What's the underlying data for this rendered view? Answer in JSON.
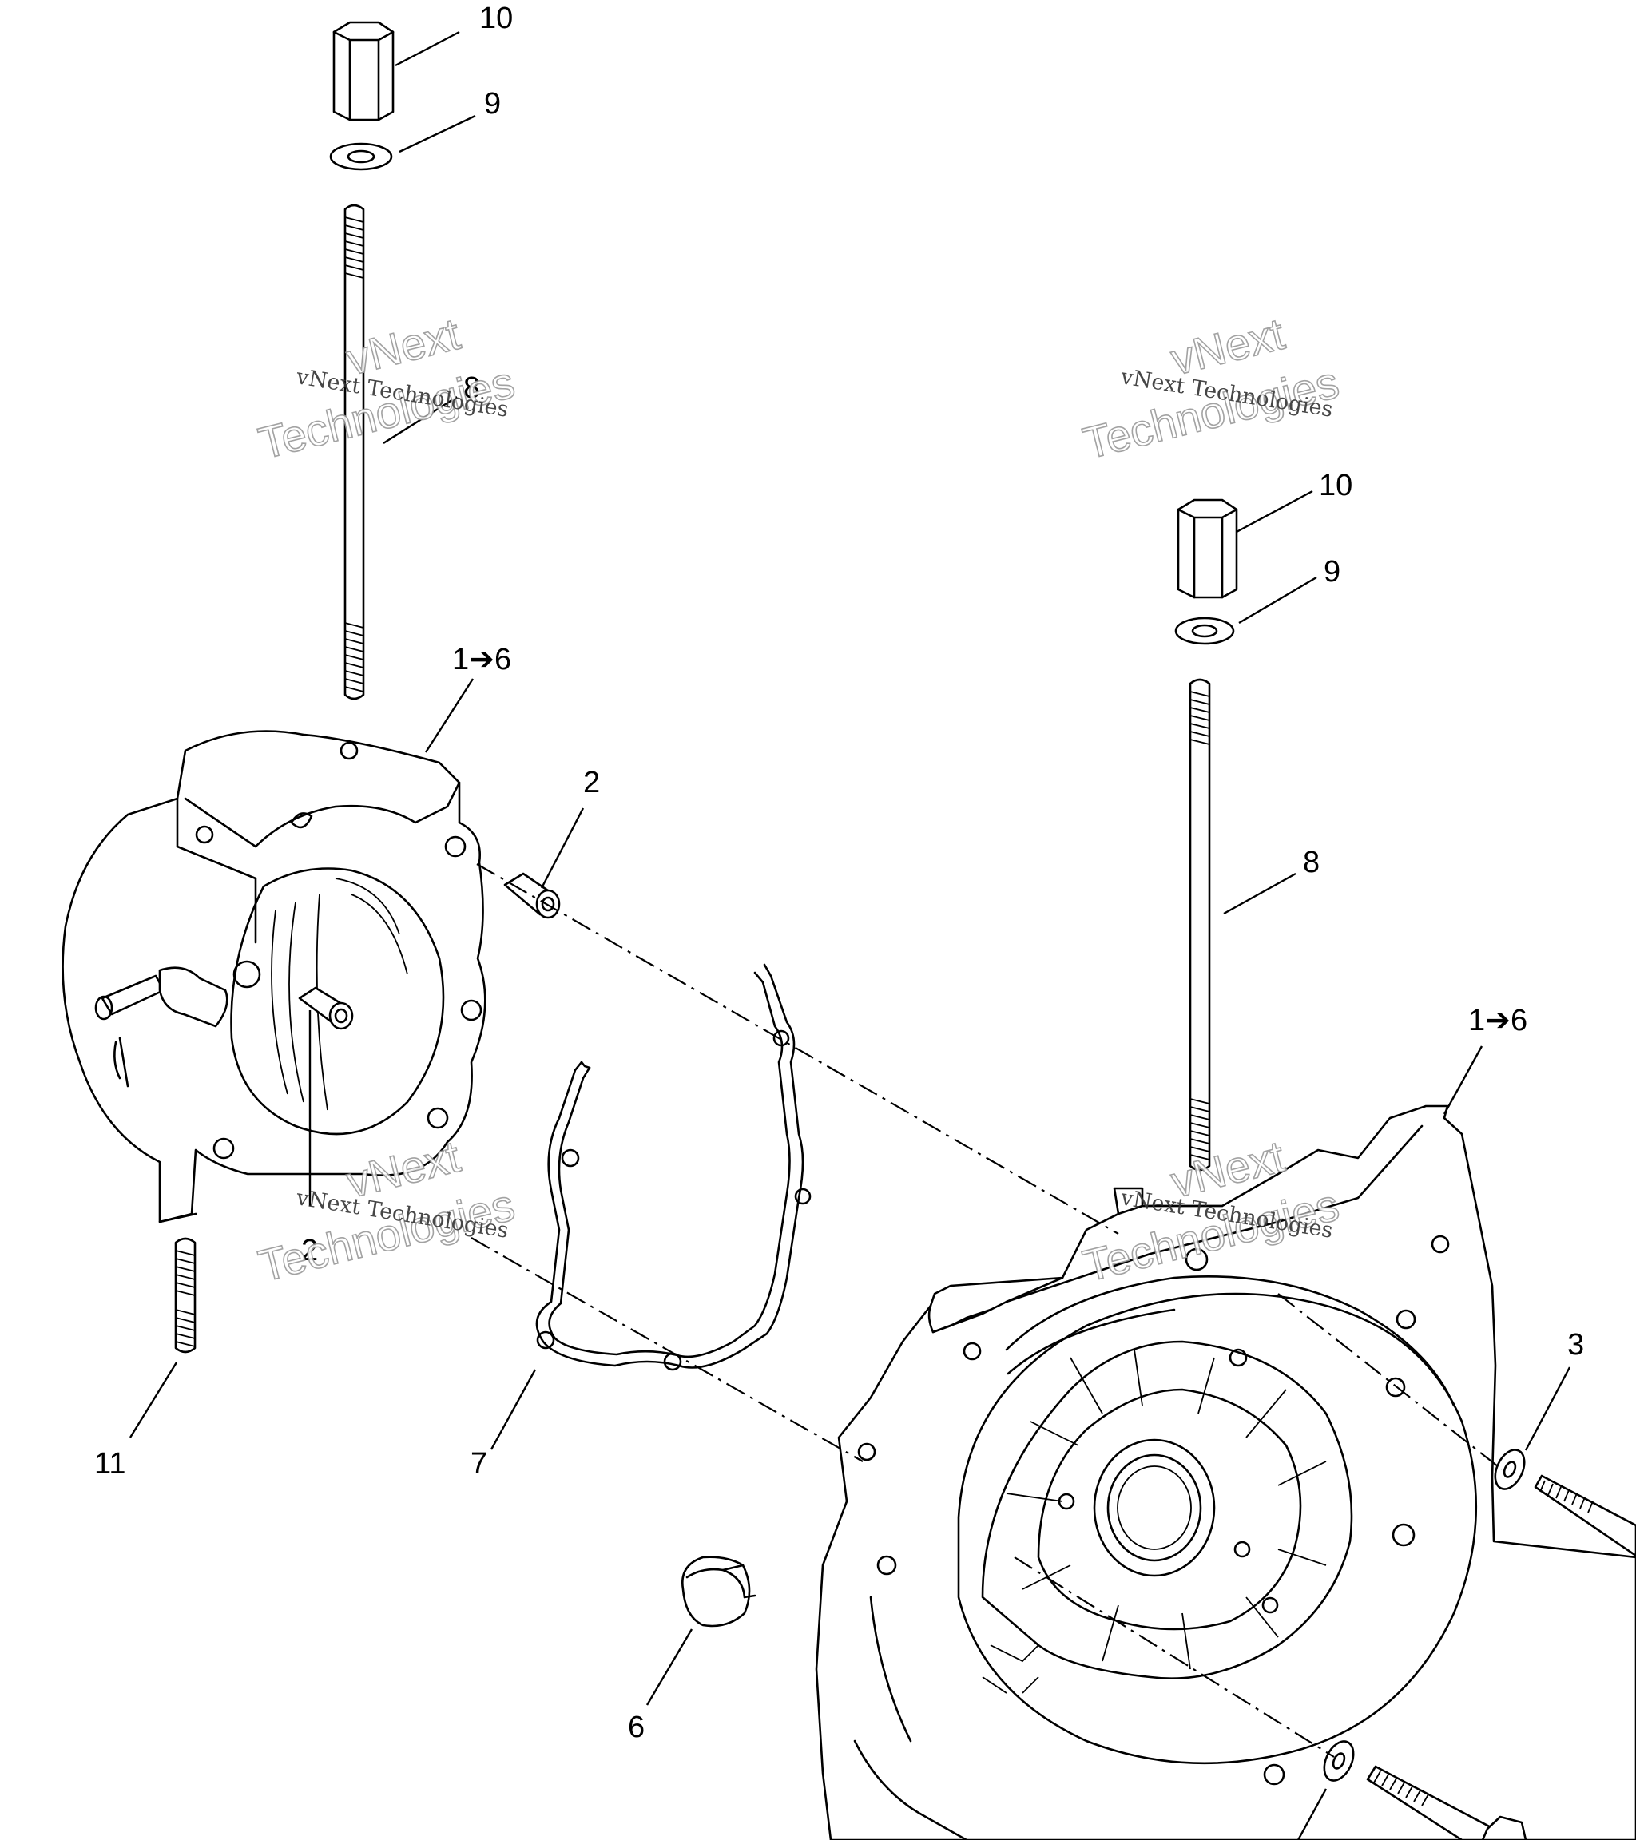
{
  "callouts": {
    "c10_top": "10",
    "c9_top": "9",
    "c8_top": "8",
    "c1to6_left": "1➔6",
    "c2_right": "2",
    "c2_lower": "2",
    "c11": "11",
    "c7": "7",
    "c6": "6",
    "c10_right": "10",
    "c9_right": "9",
    "c8_right": "8",
    "c1to6_right": "1➔6",
    "c3": "3"
  },
  "watermark": {
    "line": "vNext Technologies",
    "big_top": "vNext",
    "big_bottom": "Technologies"
  }
}
